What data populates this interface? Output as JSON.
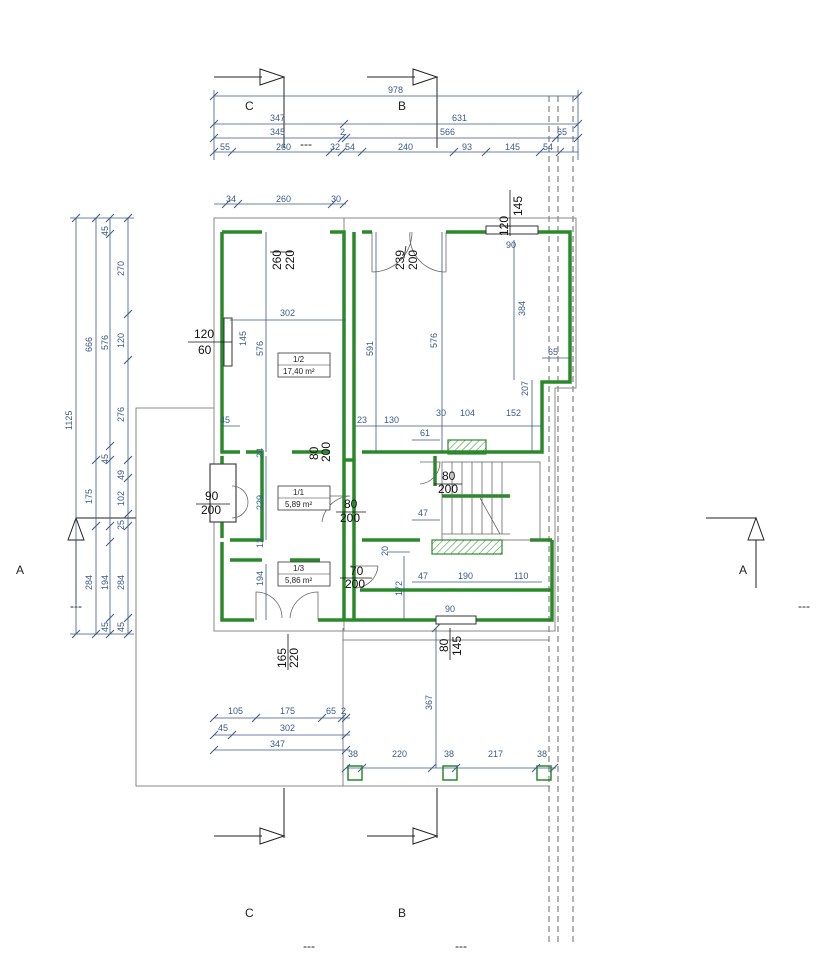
{
  "section_labels": {
    "top_c": "C",
    "top_b": "B",
    "bottom_c": "C",
    "bottom_b": "B",
    "left_a": "A",
    "right_a": "A",
    "dash_marks": [
      "---",
      "---",
      "---",
      "---",
      "---"
    ]
  },
  "top_dims": {
    "row1": [
      "978"
    ],
    "row2": [
      "347",
      "631"
    ],
    "row3": [
      "345",
      "2",
      "566",
      "65"
    ],
    "row4": [
      "55",
      "260",
      "32",
      "54",
      "240",
      "93",
      "145",
      "54"
    ],
    "row5": [
      "34",
      "260",
      "30"
    ]
  },
  "left_dims": {
    "col1": [
      "1125"
    ],
    "col2": [
      "666",
      "175",
      "284"
    ],
    "col3": [
      "45",
      "576",
      "45",
      "194",
      "45"
    ],
    "col4": [
      "270",
      "120",
      "276",
      "49",
      "102",
      "25",
      "284",
      "45"
    ]
  },
  "bottom_dims": {
    "row1": [
      "105",
      "175",
      "65",
      "2"
    ],
    "row2": [
      "45",
      "302"
    ],
    "row3": [
      "347"
    ],
    "row4": [
      "38",
      "220",
      "38",
      "217",
      "38"
    ],
    "vertical": "367"
  },
  "interior_dims": {
    "d302": "302",
    "d145": "145",
    "d576a": "576",
    "d591": "591",
    "d576b": "576",
    "d384": "384",
    "d207": "207",
    "d65": "65",
    "d45": "45",
    "d23": "23",
    "d130": "130",
    "d30": "30",
    "d104": "104",
    "d152": "152",
    "d61": "61",
    "d24": "24",
    "d229": "229",
    "d47a": "47",
    "d12": "12",
    "d20": "20",
    "d172": "172",
    "d47b": "47",
    "d190": "190",
    "d110": "110",
    "d194": "194",
    "d90a": "90",
    "d90b": "90"
  },
  "openings": {
    "o1": [
      "260",
      "220"
    ],
    "o2": [
      "239",
      "200"
    ],
    "o3": [
      "120",
      "145"
    ],
    "o4": [
      "120",
      "60"
    ],
    "o5": [
      "80",
      "200"
    ],
    "o6": [
      "80",
      "200"
    ],
    "o7": [
      "90",
      "200"
    ],
    "o8": [
      "80",
      "200"
    ],
    "o9": [
      "70",
      "200"
    ],
    "o10": [
      "165",
      "220"
    ],
    "o11": [
      "80",
      "145"
    ]
  },
  "rooms": [
    {
      "id": "1/2",
      "area": "17,40 m²"
    },
    {
      "id": "1/1",
      "area": "5,89 m²"
    },
    {
      "id": "1/3",
      "area": "5,86 m²"
    }
  ]
}
